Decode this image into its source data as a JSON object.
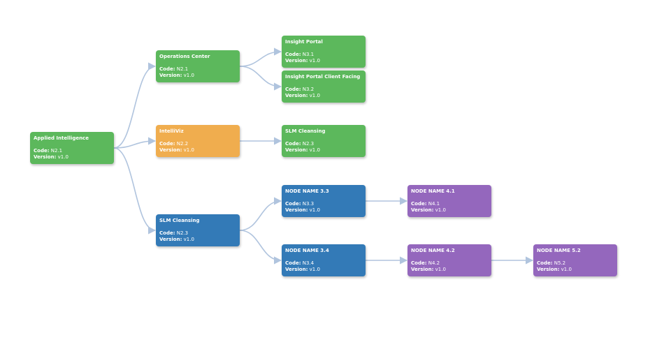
{
  "labels": {
    "code": "Code:",
    "version": "Version:"
  },
  "colors": {
    "green": "#5cb85c",
    "orange": "#f0ad4e",
    "blue": "#337ab7",
    "purple": "#9467bd",
    "link": "#b0c4de"
  },
  "nodes": {
    "root": {
      "title": "Applied Intelligence",
      "code": "N2.1",
      "version": "v1.0",
      "color": "green"
    },
    "ops": {
      "title": "Operations Center",
      "code": "N2.1",
      "version": "v1.0",
      "color": "green"
    },
    "intel": {
      "title": "IntelliViz",
      "code": "N2.2",
      "version": "v1.0",
      "color": "orange"
    },
    "slm1": {
      "title": "SLM Cleansing",
      "code": "N2.3",
      "version": "v1.0",
      "color": "blue"
    },
    "ip": {
      "title": "Insight Portal",
      "code": "N3.1",
      "version": "v1.0",
      "color": "green"
    },
    "ipcf": {
      "title": "Insight Portal Client Facing",
      "code": "N3.2",
      "version": "v1.0",
      "color": "green"
    },
    "slm2": {
      "title": "SLM Cleansing",
      "code": "N2.3",
      "version": "v1.0",
      "color": "green"
    },
    "n33": {
      "title": "NODE NAME 3.3",
      "code": "N3.3",
      "version": "v1.0",
      "color": "blue"
    },
    "n34": {
      "title": "NODE NAME 3.4",
      "code": "N3.4",
      "version": "v1.0",
      "color": "blue"
    },
    "n41": {
      "title": "NODE NAME 4.1",
      "code": "N4.1",
      "version": "v1.0",
      "color": "purple"
    },
    "n42": {
      "title": "NODE NAME 4.2",
      "code": "N4.2",
      "version": "v1.0",
      "color": "purple"
    },
    "n52": {
      "title": "NODE NAME 5.2",
      "code": "N5.2",
      "version": "v1.0",
      "color": "purple"
    }
  },
  "edges": [
    [
      "root",
      "ops"
    ],
    [
      "root",
      "intel"
    ],
    [
      "root",
      "slm1"
    ],
    [
      "ops",
      "ip"
    ],
    [
      "ops",
      "ipcf"
    ],
    [
      "intel",
      "slm2"
    ],
    [
      "slm1",
      "n33"
    ],
    [
      "slm1",
      "n34"
    ],
    [
      "n33",
      "n41"
    ],
    [
      "n34",
      "n42"
    ],
    [
      "n42",
      "n52"
    ]
  ]
}
